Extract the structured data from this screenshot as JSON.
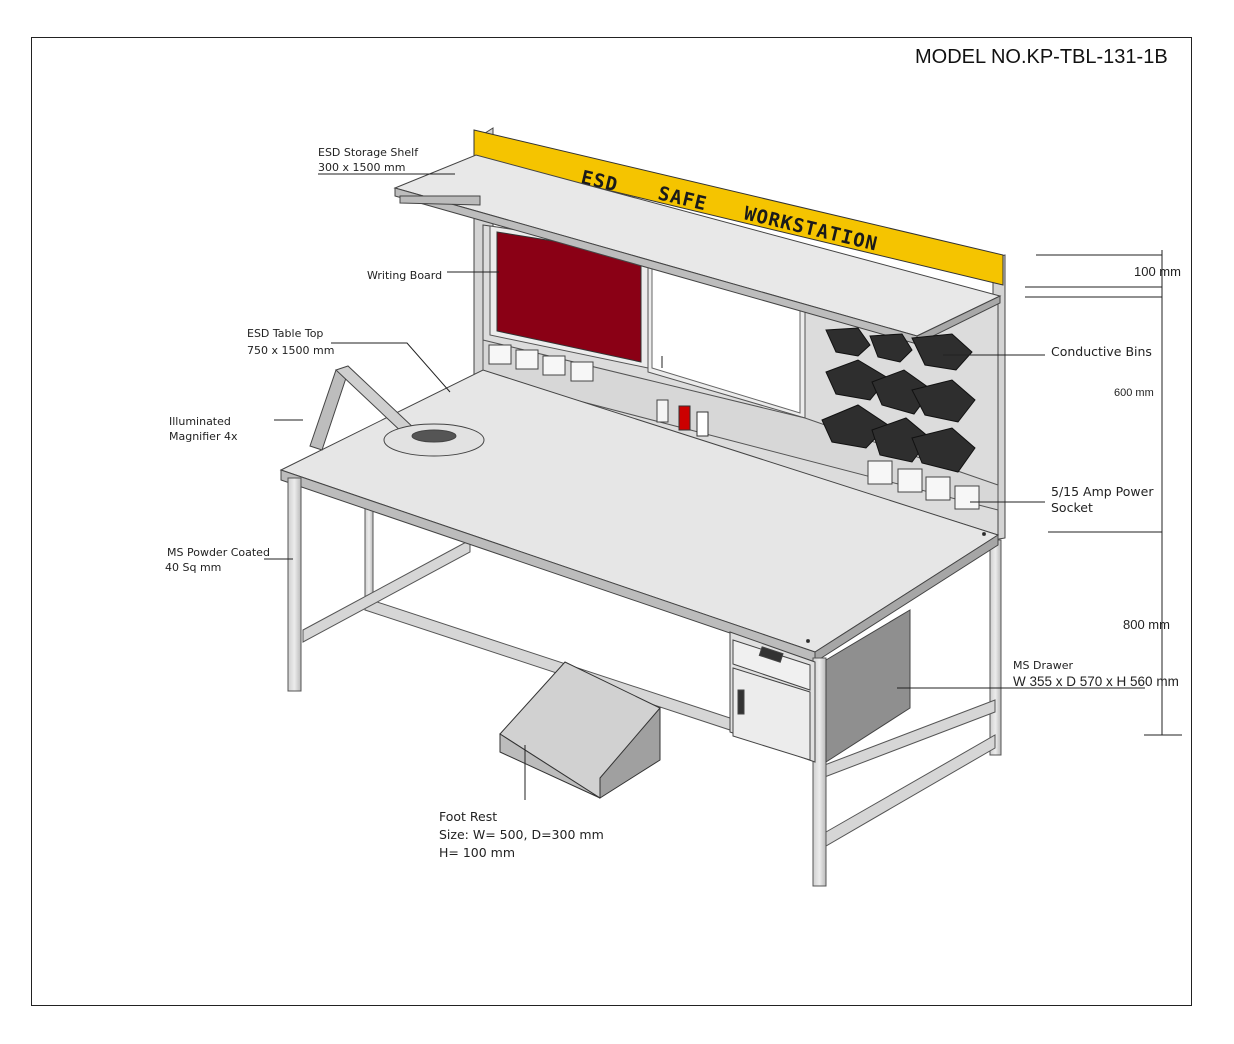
{
  "model": "MODEL NO.KP-TBL-131-1B",
  "banner": {
    "w1": "ESD",
    "w2": "SAFE",
    "w3": "WORKSTATION"
  },
  "labels": {
    "shelf_1": "ESD Storage Shelf",
    "shelf_2": "300 x 1500 mm",
    "writing_board": "Writing Board",
    "tabletop_1": "ESD Table Top",
    "tabletop_2": "750 x 1500 mm",
    "magnifier_1": "Illuminated",
    "magnifier_2": "Magnifier 4x",
    "frame_1": "MS Powder Coated",
    "frame_2": "40 Sq mm",
    "bins": "Conductive Bins",
    "socket_1": "5/15 Amp Power",
    "socket_2": "Socket",
    "drawer_1": "MS Drawer",
    "drawer_2": "W 355 x D 570 x H 560 mm",
    "foot_1": "Foot Rest",
    "foot_2": "Size: W= 500, D=300 mm",
    "foot_3": "H= 100 mm"
  },
  "dimensions": {
    "d1": "100 mm",
    "d2": "600 mm",
    "d3": "800 mm"
  },
  "colors": {
    "banner": "#f5c400",
    "writing_board": "#8a0015",
    "frame": "#d9d9d9",
    "tabletop": "#e6e6e6",
    "bins": "#2e2e2e",
    "drawer_side": "#8f8f8f"
  }
}
